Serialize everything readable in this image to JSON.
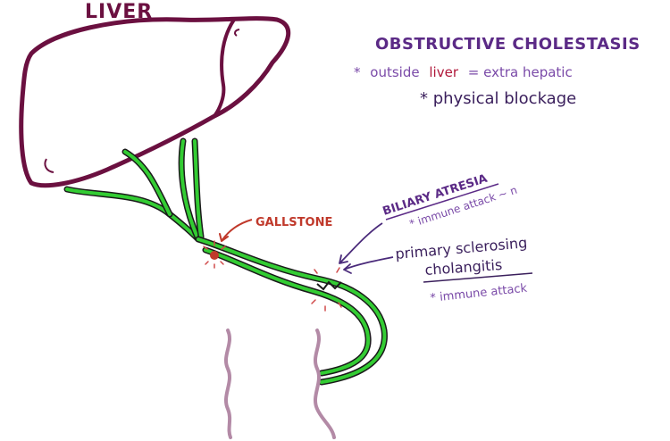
{
  "labels": {
    "liver": "LIVER",
    "gallstone": "GALLSTONE",
    "title": "OBSTRUCTIVE CHOLESTASIS",
    "line1_bullet": "*",
    "line1_part_a": "outside",
    "line1_part_b": "liver",
    "line1_part_c": "= extra hepatic",
    "line2": "* physical blockage",
    "biliary_atresia": "BILIARY ATRESIA",
    "biliary_atresia_note": "* immune attack ~ n",
    "psc_line1": "primary sclerosing",
    "psc_line2": "cholangitis",
    "psc_note": "* immune attack"
  },
  "colors": {
    "liver_outline": "#6b1040",
    "duct_green": "#33cc33",
    "duct_outline": "#1a1a1a",
    "gallstone_label": "#c0392b",
    "title_purple": "#5b2a86",
    "text_purple": "#7a4aa8",
    "liver_word_red": "#b0183a",
    "intestine": "#b38aa6",
    "annotation_arrow": "#4a2a7a"
  }
}
